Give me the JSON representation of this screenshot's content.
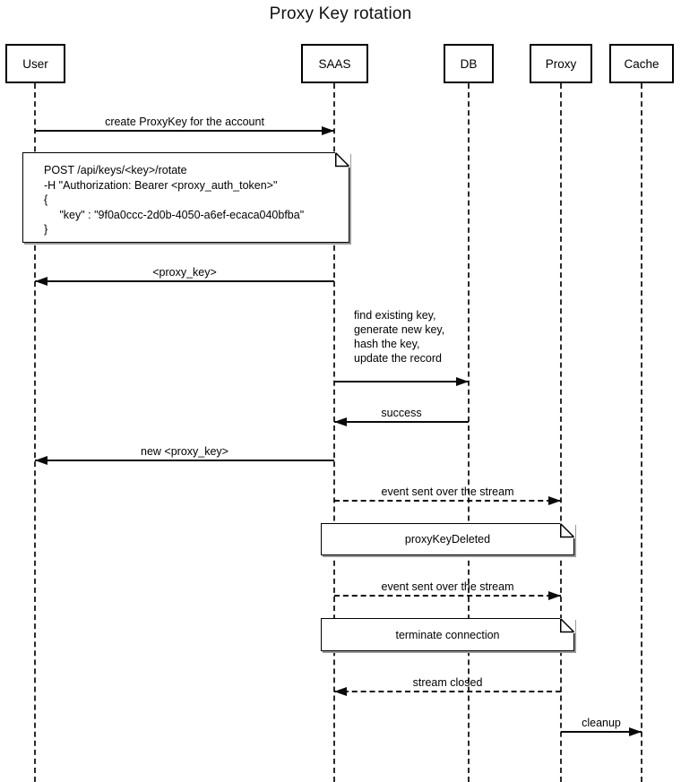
{
  "title": "Proxy Key rotation",
  "participants": [
    {
      "name": "User"
    },
    {
      "name": "SAAS"
    },
    {
      "name": "DB"
    },
    {
      "name": "Proxy"
    },
    {
      "name": "Cache"
    }
  ],
  "messages": [
    {
      "label": "create ProxyKey for the account",
      "from": "User",
      "to": "SAAS",
      "style": "solid"
    },
    {
      "label": "<proxy_key>",
      "from": "SAAS",
      "to": "User",
      "style": "solid"
    },
    {
      "label": "find existing key,\ngenerate new key,\nhash the key,\nupdate the record",
      "from": "SAAS",
      "to": "DB",
      "style": "solid"
    },
    {
      "label": "success",
      "from": "DB",
      "to": "SAAS",
      "style": "solid"
    },
    {
      "label": "new <proxy_key>",
      "from": "SAAS",
      "to": "User",
      "style": "solid"
    },
    {
      "label": "event sent over the stream",
      "from": "SAAS",
      "to": "Proxy",
      "style": "dashed"
    },
    {
      "label": "event sent over the stream",
      "from": "SAAS",
      "to": "Proxy",
      "style": "dashed"
    },
    {
      "label": "stream closed",
      "from": "Proxy",
      "to": "SAAS",
      "style": "dashed"
    },
    {
      "label": "cleanup",
      "from": "Proxy",
      "to": "Cache",
      "style": "solid"
    }
  ],
  "notes": [
    {
      "over": "User,SAAS",
      "lines": [
        "POST /api/keys/<key>/rotate",
        "-H \"Authorization: Bearer <proxy_auth_token>\"",
        "{",
        "     \"key\" : \"9f0a0ccc-2d0b-4050-a6ef-ecaca040bfba\"",
        "}"
      ]
    },
    {
      "over": "SAAS,Proxy",
      "text": "proxyKeyDeleted"
    },
    {
      "over": "SAAS,Proxy",
      "text": "terminate connection"
    }
  ],
  "colors": {
    "background": "#ffffff",
    "stroke": "#000000",
    "note_fill": "#ffffff",
    "note_shadow": "#9a9a9a"
  }
}
